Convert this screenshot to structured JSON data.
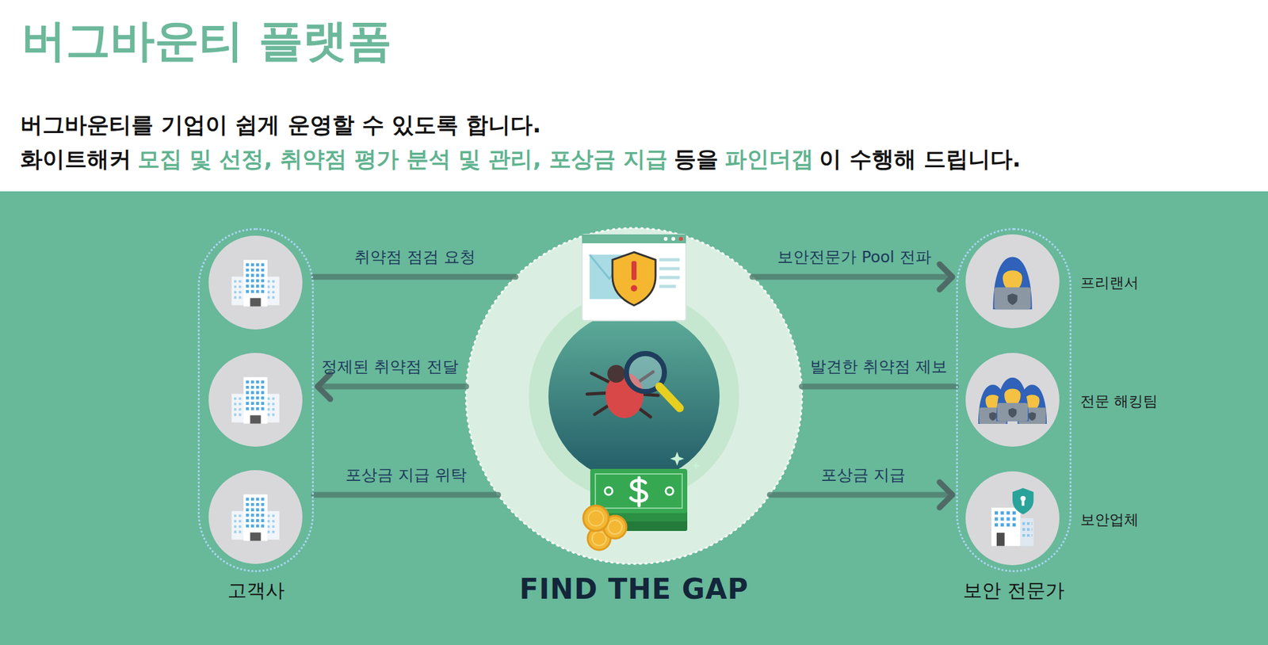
{
  "diagram": {
    "title": "버그바운티 플랫폼",
    "nodes": [
      {
        "text": [
          "고객사"
        ]
      },
      {
        "text": [
          "FIND THE GAP"
        ]
      },
      {
        "text": [
          "보안 전문가"
        ]
      },
      {
        "text": [
          "프리랜서"
        ],
        "in": 2
      },
      {
        "text": [
          "전문 해킹팀"
        ],
        "in": 2
      },
      {
        "text": [
          "보안업체"
        ],
        "in": 2
      }
    ],
    "edges": [
      {
        "from": 0,
        "to": 1,
        "label": "취약점 점검 요청",
        "arrow": "none"
      },
      {
        "from": 1,
        "to": 2,
        "label": "보안전문가 Pool 전파",
        "arrow": "to"
      },
      {
        "from": 2,
        "to": 1,
        "label": "발견한 취약점 제보",
        "arrow": "none"
      },
      {
        "from": 1,
        "to": 0,
        "label": "정제된 취약점 전달",
        "arrow": "to"
      },
      {
        "from": 0,
        "to": 1,
        "label": "포상금 지급 위탁",
        "arrow": "none"
      },
      {
        "from": 1,
        "to": 2,
        "label": "포상금 지급",
        "arrow": "to"
      }
    ],
    "labels": [
      "버그바운티를 기업이 쉽게 운영할 수 있도록 합니다.",
      "화이트해커",
      "모집 및 선정, 취약점 평가 분석 및 관리, 포상금 지급",
      "등을",
      "파인더갭",
      "이 수행해 드립니다."
    ]
  }
}
